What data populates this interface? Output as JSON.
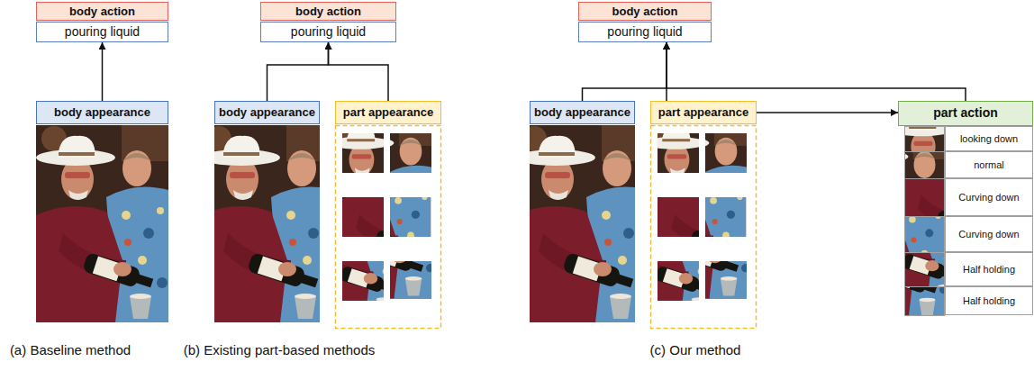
{
  "diagram": {
    "nodes": [
      {
        "text": [
          "body action",
          "pouring liquid"
        ]
      },
      {
        "text": [
          "body appearance"
        ]
      },
      {
        "text": [
          "body action",
          "pouring liquid"
        ]
      },
      {
        "text": [
          "body appearance"
        ]
      },
      {
        "text": [
          "part appearance"
        ]
      },
      {
        "text": [
          "body action",
          "pouring liquid"
        ]
      },
      {
        "text": [
          "body appearance"
        ]
      },
      {
        "text": [
          "part appearance"
        ]
      },
      {
        "text": [
          "part action"
        ]
      },
      {
        "text": [
          "looking down"
        ],
        "in": 8
      },
      {
        "text": [
          "normal"
        ],
        "in": 8
      },
      {
        "text": [
          "Curving down"
        ],
        "in": 8
      },
      {
        "text": [
          "Curving down"
        ],
        "in": 8
      },
      {
        "text": [
          "Half holding"
        ],
        "in": 8
      },
      {
        "text": [
          "Half holding"
        ],
        "in": 8
      }
    ],
    "edges": [
      {
        "from": 1,
        "to": 0,
        "arrow": "to"
      },
      {
        "from": 3,
        "to": 2,
        "arrow": "to"
      },
      {
        "from": 4,
        "to": 2,
        "arrow": "to"
      },
      {
        "from": 6,
        "to": 5,
        "arrow": "to"
      },
      {
        "from": 7,
        "to": 5,
        "arrow": "to"
      },
      {
        "from": 7,
        "to": 8,
        "arrow": "to"
      },
      {
        "from": 8,
        "to": 5,
        "arrow": "to"
      }
    ],
    "labels": [
      "(a) Baseline method",
      "(b) Existing part-based methods",
      "(c) Our method"
    ]
  }
}
